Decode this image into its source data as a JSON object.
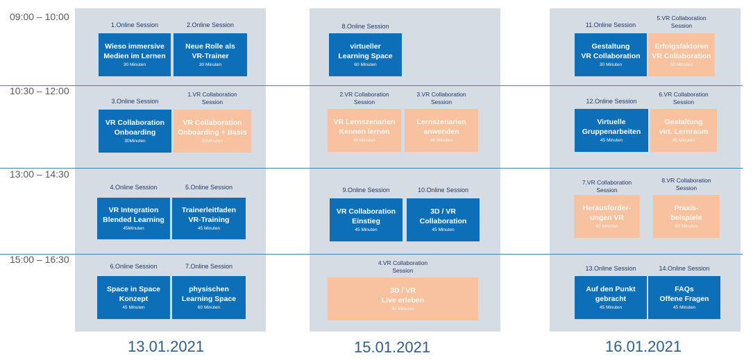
{
  "times": [
    "09:00 – 10:00",
    "10:30 – 12:00",
    "13:00 – 14:30",
    "15:00 – 16:30"
  ],
  "dates": [
    "13.01.2021",
    "15.01.2021",
    "16.01.2021"
  ],
  "sessions": [
    {
      "caption": "1.Online Session",
      "title": "Wieso immersive\nMedien im Lernen",
      "duration": "30  Minuten",
      "type": "online"
    },
    {
      "caption": "2.Online Session",
      "title": "Neue Rolle als\nVR-Trainer",
      "duration": "30 Minuten",
      "type": "online"
    },
    {
      "caption": "3.Online Session",
      "title": "VR Collaboration\nOnboarding",
      "duration": "30Minuten",
      "type": "online"
    },
    {
      "caption": "1.VR Collaboration\nSession",
      "title": "VR Collaboration\nOnboarding + Basis",
      "duration": "60Minuten",
      "type": "vr"
    },
    {
      "caption": "4.Online Session",
      "title": "VR Integration\nBlended Learning",
      "duration": "45Minuten",
      "type": "online"
    },
    {
      "caption": "5.Online Session",
      "title": "Trainerleitfaden\nVR-Training",
      "duration": "45 Minuten",
      "type": "online"
    },
    {
      "caption": "6.Online Session",
      "title": "Space in Space\nKonzept",
      "duration": "45 Minuten",
      "type": "online"
    },
    {
      "caption": "7.Online Session",
      "title": "physischen\nLearning Space",
      "duration": "60 Minuten",
      "type": "online"
    },
    {
      "caption": "8.Online Session",
      "title": "virtueller\nLearning Space",
      "duration": "60 Minuten",
      "type": "online"
    },
    {
      "caption": "2.VR Collaboration\nSession",
      "title": "VR Lernszenarien\nKennen lernen",
      "duration": "45 Minuten",
      "type": "vr"
    },
    {
      "caption": "3.VR Collaboration\nSession",
      "title": "Lernszenarien\nanwenden",
      "duration": "45 Minuten",
      "type": "vr"
    },
    {
      "caption": "9.Online Session",
      "title": "VR Collaboration\nEinstieg",
      "duration": "45 Minuten",
      "type": "online"
    },
    {
      "caption": "10.Online Session",
      "title": "3D / VR\nCollaboration",
      "duration": "45 Minuten",
      "type": "online"
    },
    {
      "caption": "4.VR Collaboration\nSession",
      "title": "3D / VR\nLive erleben",
      "duration": "90 Minuten",
      "type": "vr"
    },
    {
      "caption": "11.Online Session",
      "title": "Gestaltung\nVR Collaboration",
      "duration": "30 Minuten",
      "type": "online"
    },
    {
      "caption": "5.VR Collaboration\nSession",
      "title": "Erfolgsfaktoren\nVR Collaboration",
      "duration": "30 Minuten",
      "type": "vr"
    },
    {
      "caption": "12.Online Session",
      "title": "Virtuelle\nGruppenarbeiten",
      "duration": "45 Minuten",
      "type": "online"
    },
    {
      "caption": "6.VR Collaboration\nSession",
      "title": "Gestaltung\nvirt. Lernraum",
      "duration": "45 Minuten",
      "type": "vr"
    },
    {
      "caption": "7.VR Collaboration\nSession",
      "title": "Herausforder-\nungen VR",
      "duration": "60 Minuten",
      "type": "vr"
    },
    {
      "caption": "8.VR Collaboration\nSession",
      "title": "Praxis-\nbeispiele",
      "duration": "60 Minuten",
      "type": "vr"
    },
    {
      "caption": "13.Online Session",
      "title": "Auf den Punkt\ngebracht",
      "duration": "45 Minuten",
      "type": "online"
    },
    {
      "caption": "14.Online Session",
      "title": "FAQs\nOffene Fragen",
      "duration": "45 Minuten",
      "type": "online"
    }
  ]
}
